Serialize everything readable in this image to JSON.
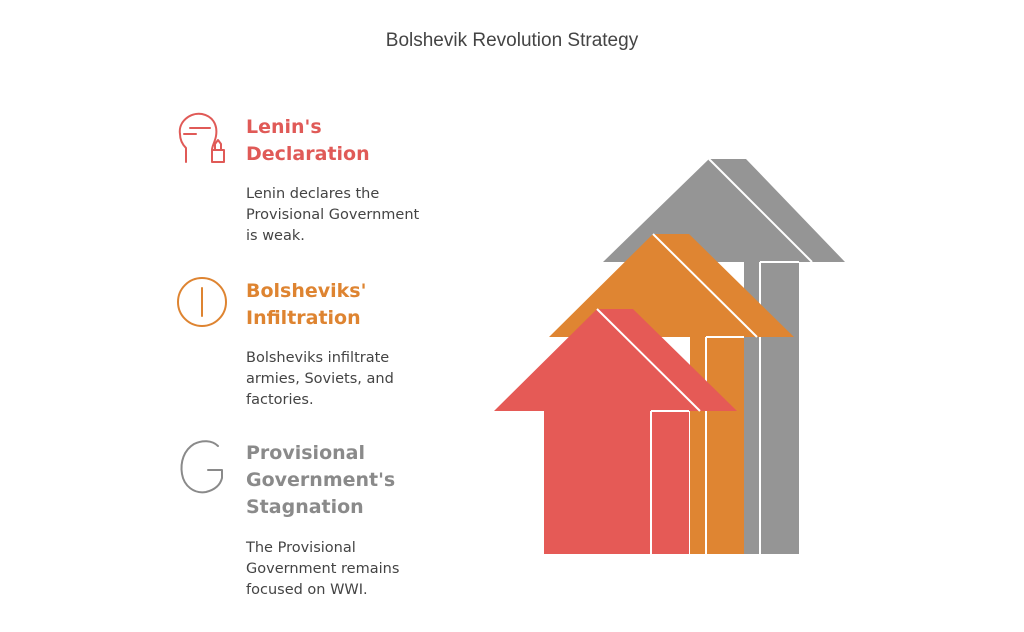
{
  "title": "Bolshevik Revolution Strategy",
  "colors": {
    "red": "#e55a56",
    "orange": "#df8532",
    "gray": "#959595"
  },
  "items": [
    {
      "heading": "Lenin's\nDeclaration",
      "description": "Lenin declares the\nProvisional Government\nis weak.",
      "icon": "person-speaking-icon"
    },
    {
      "heading": "Bolsheviks'\nInfiltration",
      "description": "Bolsheviks infiltrate\narmies, Soviets, and\nfactories.",
      "icon": "circle-line-icon"
    },
    {
      "heading": "Provisional\nGovernment's\nStagnation",
      "description": "The Provisional\nGovernment remains\nfocused on WWI.",
      "icon": "letter-g-icon"
    }
  ]
}
